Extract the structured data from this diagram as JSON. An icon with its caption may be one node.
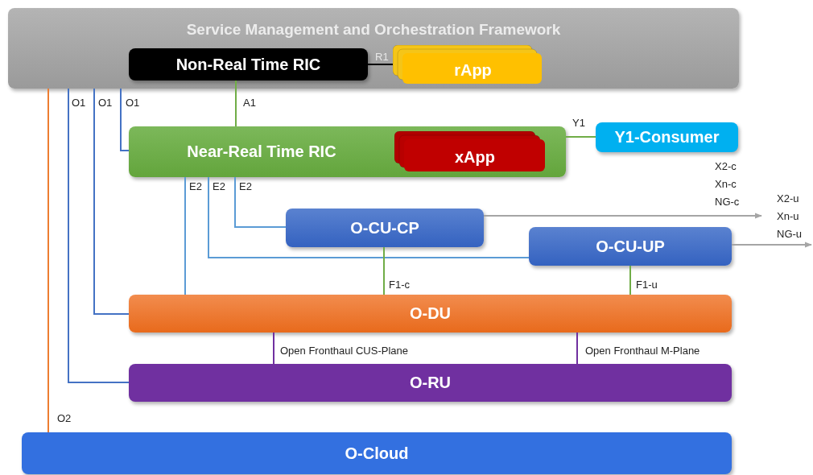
{
  "diagram": {
    "nodes": [
      {
        "text": [
          "Service Management and Orchestration Framework"
        ]
      },
      {
        "text": [
          "Non-Real Time RIC"
        ],
        "in": 0
      },
      {
        "text": [
          "rApp"
        ],
        "in": 0
      },
      {
        "text": [
          "Near-Real Time RIC"
        ]
      },
      {
        "text": [
          "xApp"
        ],
        "in": 3
      },
      {
        "text": [
          "Y1-Consumer"
        ]
      },
      {
        "text": [
          "O-CU-CP"
        ]
      },
      {
        "text": [
          "O-CU-UP"
        ]
      },
      {
        "text": [
          "O-DU"
        ]
      },
      {
        "text": [
          "O-RU"
        ]
      },
      {
        "text": [
          "O-Cloud"
        ]
      }
    ],
    "edges": [
      {
        "from": 1,
        "to": 2,
        "arrow": "none",
        "label": "R1",
        "color": "#000000"
      },
      {
        "from": 1,
        "to": 3,
        "arrow": "none",
        "label": "A1"
      },
      {
        "from": 0,
        "to": 3,
        "arrow": "none",
        "label": "O1",
        "color": "#4472c4"
      },
      {
        "from": 0,
        "to": 8,
        "arrow": "none",
        "label": "O1",
        "color": "#4472c4"
      },
      {
        "from": 0,
        "to": 9,
        "arrow": "none",
        "label": "O1",
        "color": "#4472c4"
      },
      {
        "from": 0,
        "to": 10,
        "arrow": "none",
        "label": "O2",
        "color": "#ed7d31"
      },
      {
        "from": 3,
        "to": 5,
        "arrow": "none",
        "label": "Y1"
      },
      {
        "from": 3,
        "to": 8,
        "arrow": "none",
        "label": "E2",
        "color": "#5b9bd5"
      },
      {
        "from": 3,
        "to": 7,
        "arrow": "none",
        "label": "E2",
        "color": "#5b9bd5"
      },
      {
        "from": 3,
        "to": 6,
        "arrow": "none",
        "label": "E2",
        "color": "#5b9bd5"
      },
      {
        "from": 6,
        "to": 8,
        "arrow": "none",
        "label": "F1-c"
      },
      {
        "from": 7,
        "to": 8,
        "arrow": "none",
        "label": "F1-u"
      },
      {
        "from": 8,
        "to": 9,
        "arrow": "none",
        "label": "Open Fronthaul CUS-Plane",
        "color": "#7030a0"
      },
      {
        "from": 8,
        "to": 9,
        "arrow": "none",
        "label": "Open Fronthaul M-Plane",
        "color": "#7030a0"
      },
      {
        "from": 6,
        "to": null,
        "arrow": "to",
        "label": "X2-c Xn-c NG-c",
        "color": "#a5a5a5"
      },
      {
        "from": 7,
        "to": null,
        "arrow": "to",
        "label": "X2-u Xn-u NG-u",
        "color": "#a5a5a5"
      }
    ]
  }
}
